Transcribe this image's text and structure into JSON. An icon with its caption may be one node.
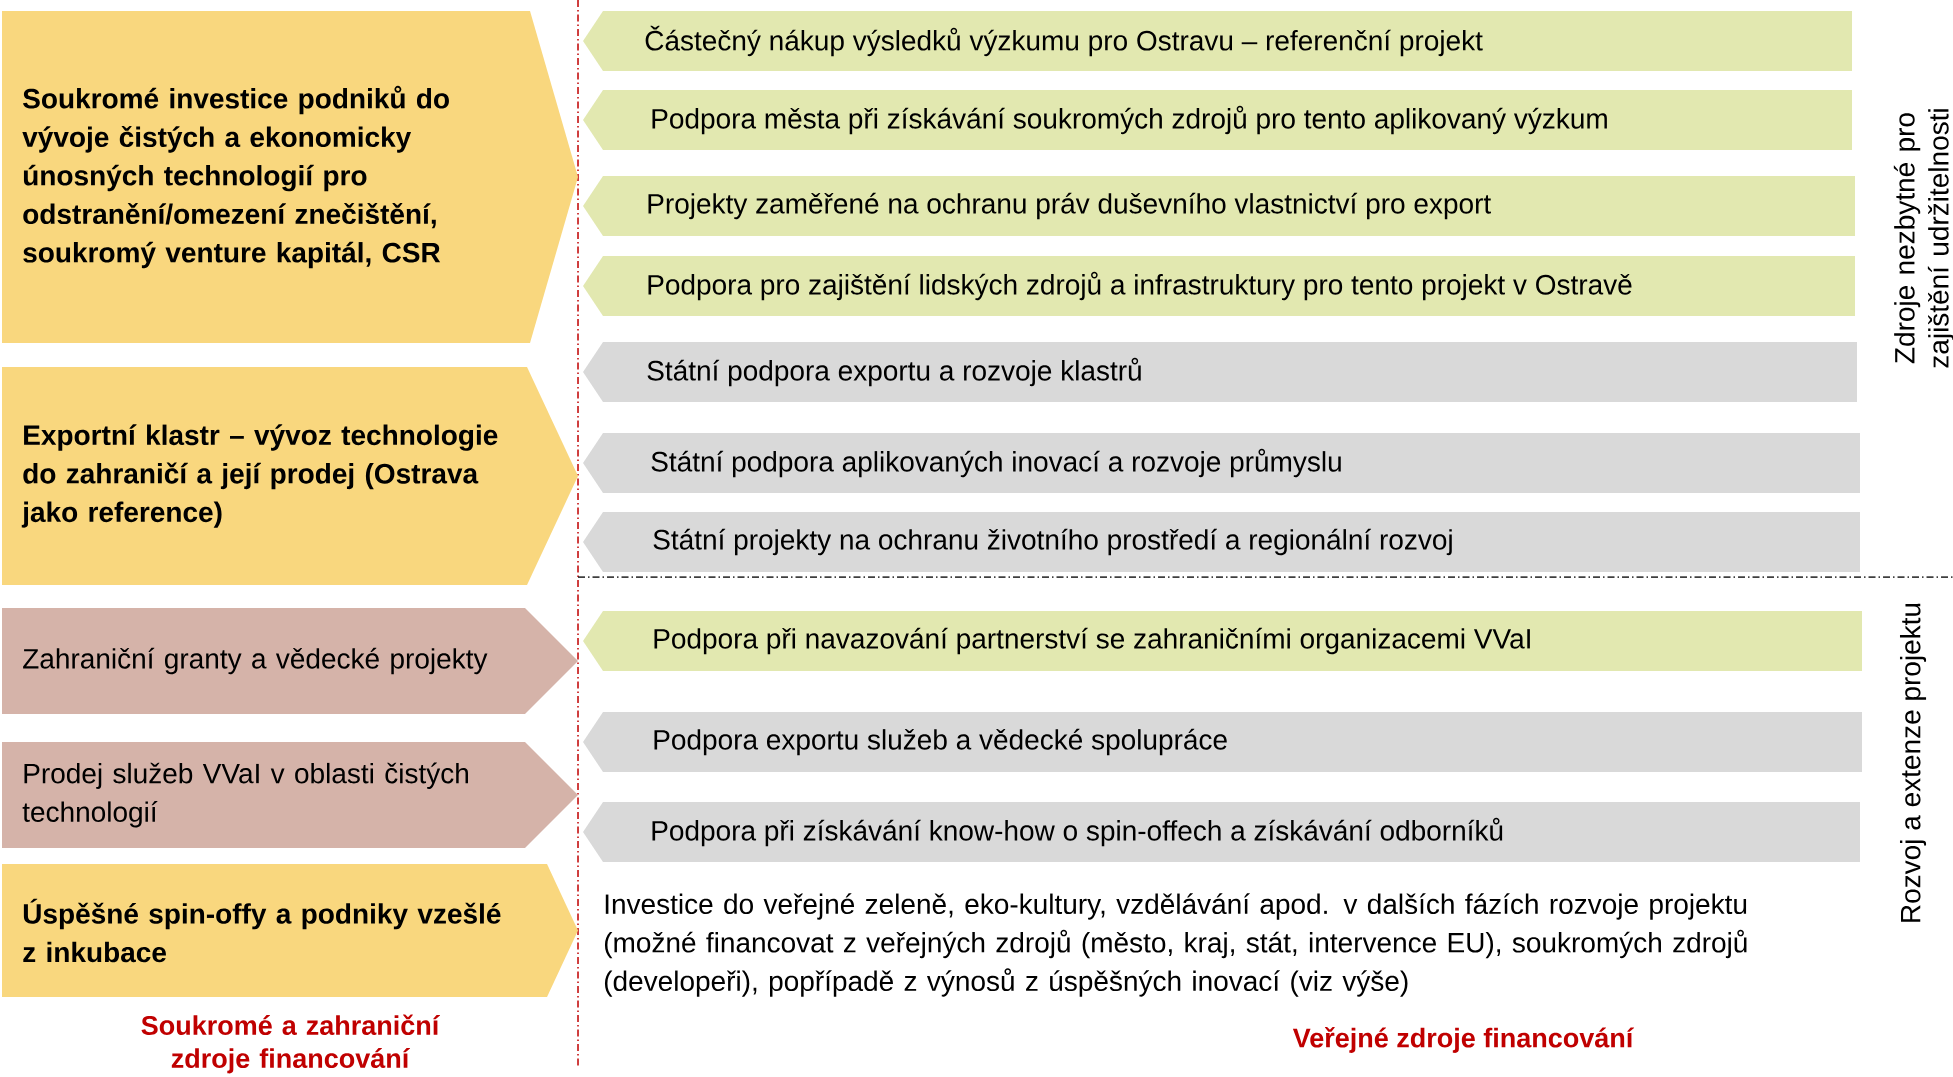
{
  "diagram": {
    "nodes": [
      {
        "text": [
          "Soukromé investice podniků do vývoje čistých a ekonomicky únosných technologií pro odstranění/omezení znečištění, soukromý venture kapitál, CSR"
        ]
      },
      {
        "text": [
          "Exportní klastr – vývoz technologie do zahraničí a její prodej (Ostrava jako reference)"
        ]
      },
      {
        "text": [
          "Zahraniční granty a vědecké projekty"
        ]
      },
      {
        "text": [
          "Prodej služeb VVaI v oblasti čistých technologií"
        ]
      },
      {
        "text": [
          "Úspěšné spin-offy a podniky vzešlé z inkubace"
        ]
      },
      {
        "text": [
          "Částečný nákup výsledků výzkumu pro Ostravu – referenční projekt"
        ]
      },
      {
        "text": [
          "Podpora města při získávání soukromých zdrojů pro tento aplikovaný výzkum"
        ]
      },
      {
        "text": [
          "Projekty zaměřené na ochranu práv duševního vlastnictví pro export"
        ]
      },
      {
        "text": [
          "Podpora pro zajištění lidských zdrojů a infrastruktury pro tento projekt v Ostravě"
        ]
      },
      {
        "text": [
          "Státní podpora exportu a rozvoje klastrů"
        ]
      },
      {
        "text": [
          "Státní podpora aplikovaných inovací a rozvoje průmyslu"
        ]
      },
      {
        "text": [
          "Státní projekty na ochranu životního prostředí a regionální rozvoj"
        ]
      },
      {
        "text": [
          "Podpora při navazování partnerství se zahraničními organizacemi VVaI"
        ]
      },
      {
        "text": [
          "Podpora exportu služeb a vědecké spolupráce"
        ]
      },
      {
        "text": [
          "Podpora při získávání know-how o spin-offech a získávání odborníků"
        ]
      }
    ],
    "labels": [
      "Investice do veřejné zeleně, eko-kultury, vzdělávání apod. v dalších fázích rozvoje projektu (možné financovat z veřejných zdrojů (město, kraj, stát, intervence EU), soukromých zdrojů (developeři), popřípadě z výnosů z úspěšných inovací (viz výše)",
      "Soukromé a zahraniční zdroje financování",
      "Veřejné zdroje financování",
      "Zdroje nezbytné pro zajištění udržitelnosti",
      "Rozvoj a extenze projektu"
    ]
  }
}
